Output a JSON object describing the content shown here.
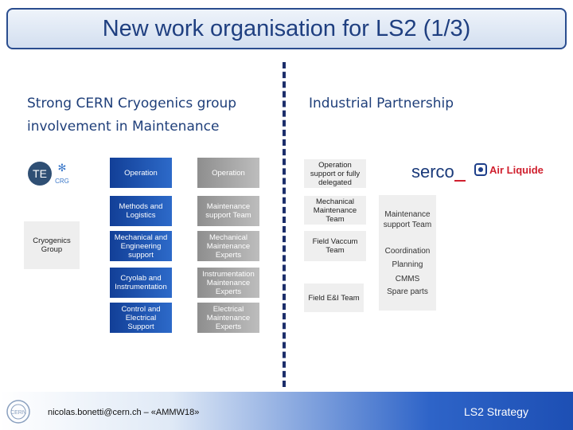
{
  "title": "New work organisation for LS2 (1/3)",
  "left_heading": "Strong CERN Cryogenics group involvement in Maintenance",
  "right_heading": "Industrial Partnership",
  "cryogenics_group": "Cryogenics Group",
  "logos": {
    "te": "TE",
    "crg": "CRG",
    "serco": "serco",
    "air_liquide": "Air Liquide",
    "cern": "CERN"
  },
  "rows": [
    {
      "blue": "Operation",
      "grey": "Operation",
      "light": "Operation support or fully delegated"
    },
    {
      "blue": "Methods and Logistics",
      "grey": "Maintenance support Team",
      "light": "Mechanical Maintenance Team"
    },
    {
      "blue": "Mechanical and Engineering support",
      "grey": "Mechanical Maintenance Experts",
      "light": "Field Vaccum Team"
    },
    {
      "blue": "Cryolab and Instrumentation",
      "grey": "Instrumentation Maintenance Experts",
      "light": "Field E&I Team"
    },
    {
      "blue": "Control and Electrical Support",
      "grey": "Electrical Maintenance Experts",
      "light": ""
    }
  ],
  "right_column": {
    "team": "Maintenance support Team",
    "coordination": "Coordination",
    "planning": "Planning",
    "cmms": "CMMS",
    "spare_parts": "Spare parts"
  },
  "footer": {
    "email": "nicolas.bonetti@cern.ch – «AMMW18»",
    "strategy": "LS2 Strategy"
  },
  "colors": {
    "title_text": "#1f3f80",
    "heading_text": "#1f3f7a",
    "blue_box": "#1a4fae",
    "grey_box": "#a6a6a6",
    "divider": "#1c2e6b"
  }
}
